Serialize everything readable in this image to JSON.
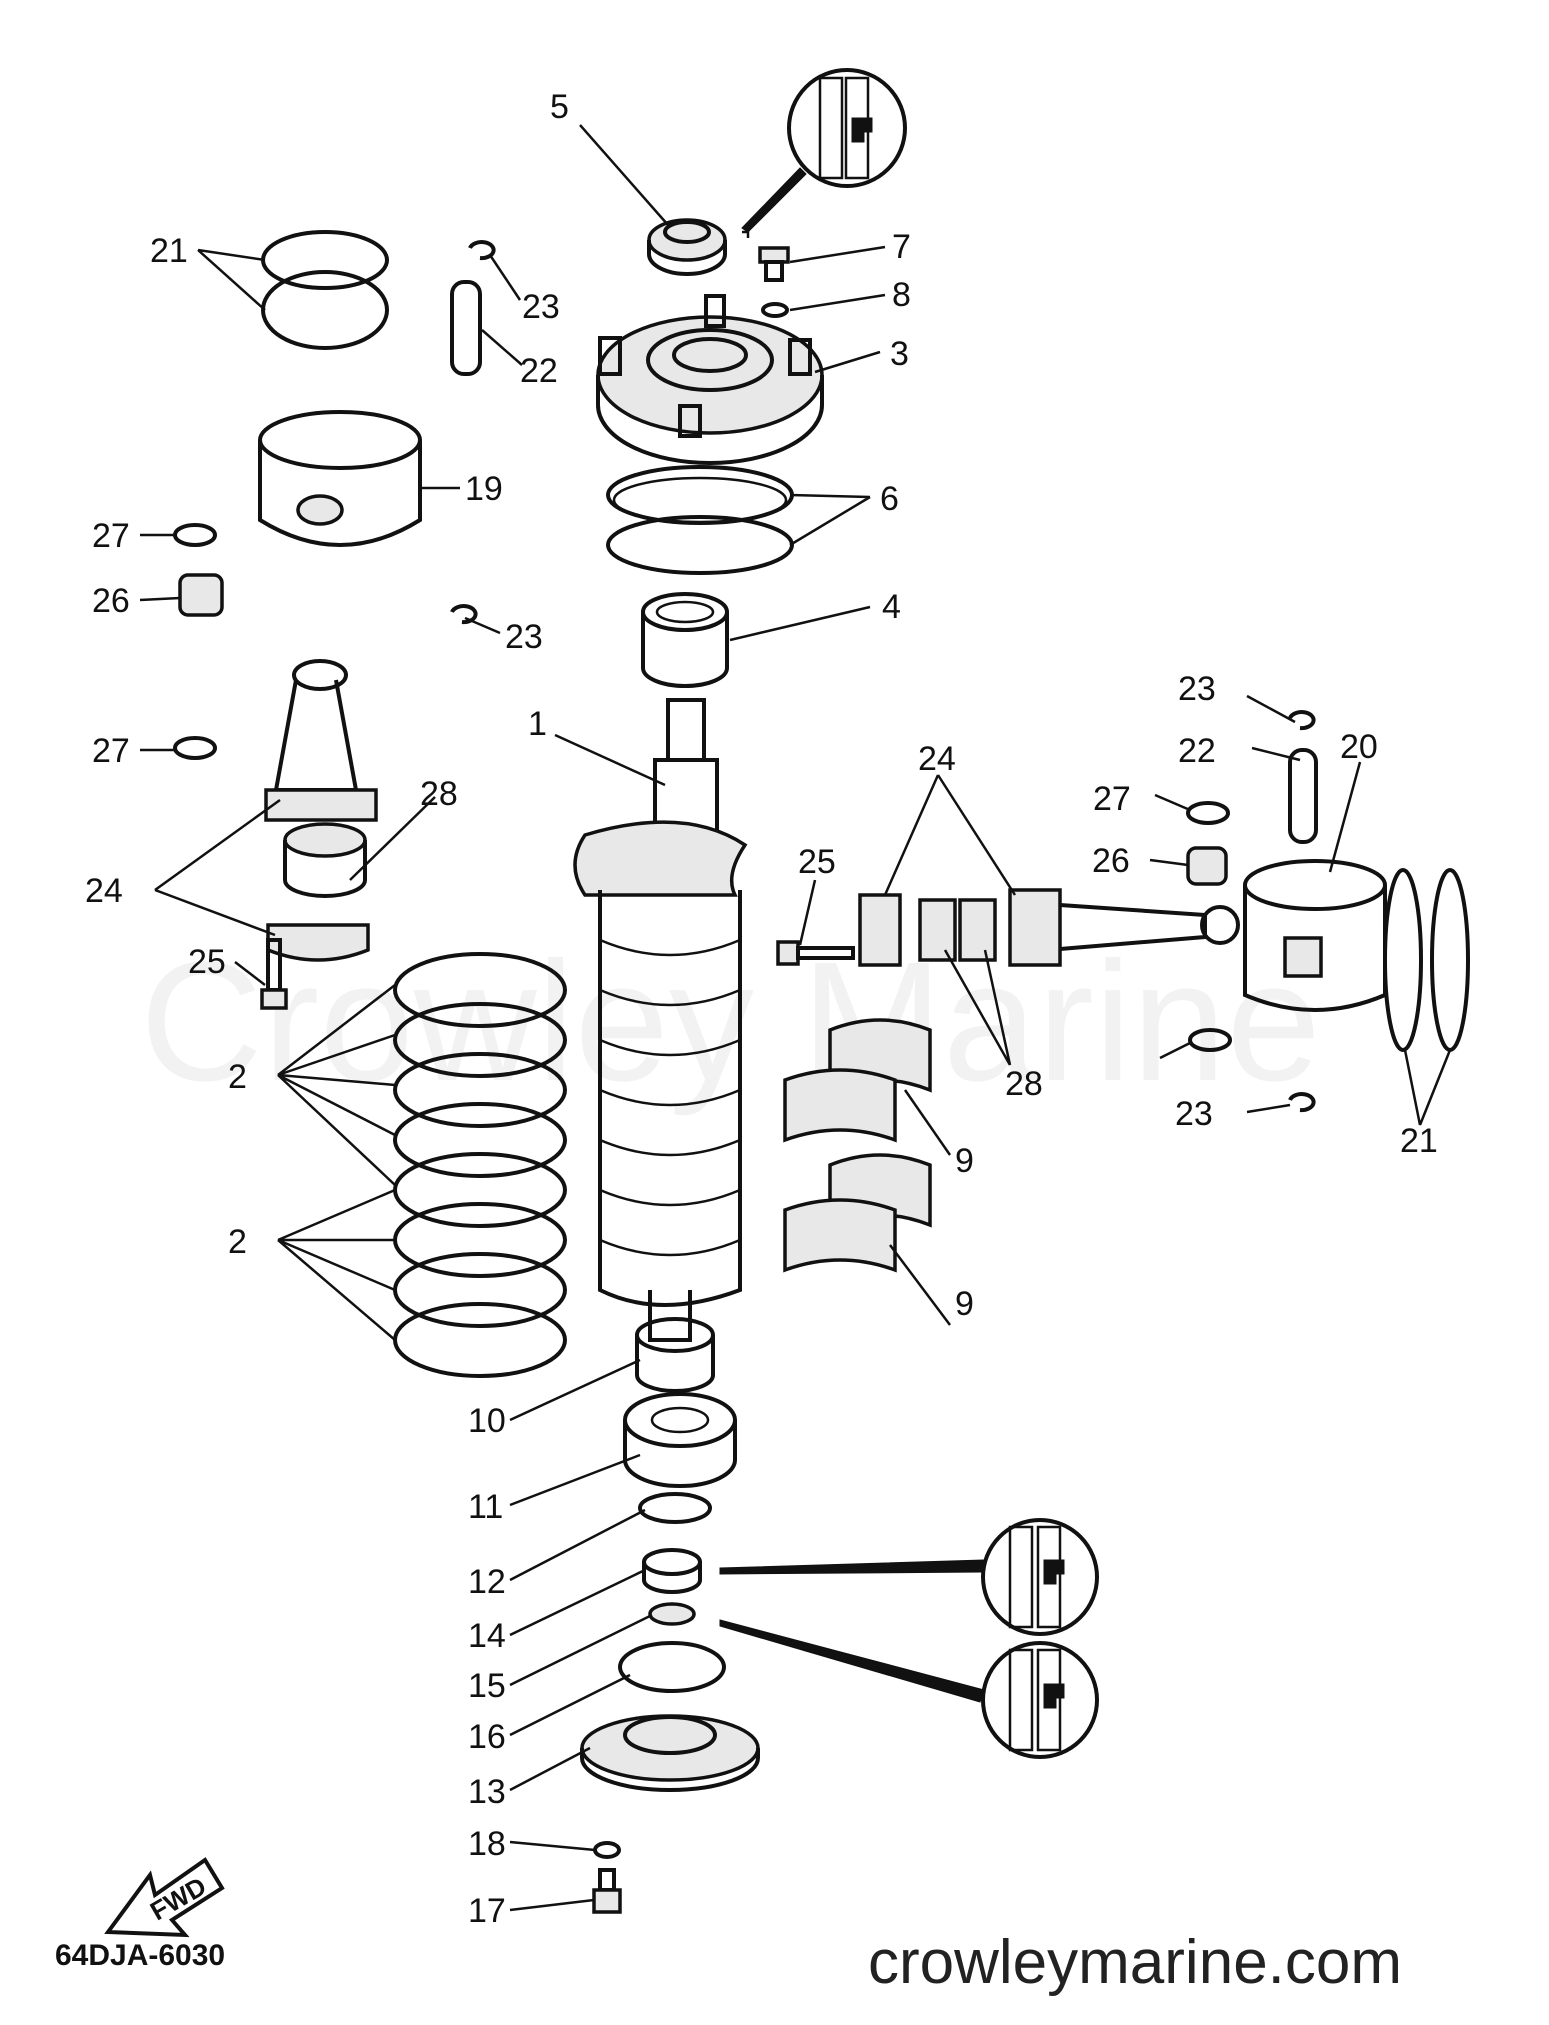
{
  "diagram": {
    "watermark": "Crowley Marine",
    "drawing_code": "64DJA-6030",
    "website": "crowleymarine.com",
    "fwd_label": "FWD",
    "callouts": [
      {
        "text": "1"
      },
      {
        "text": "2"
      },
      {
        "text": "2"
      },
      {
        "text": "3"
      },
      {
        "text": "4"
      },
      {
        "text": "5"
      },
      {
        "text": "6"
      },
      {
        "text": "7"
      },
      {
        "text": "8"
      },
      {
        "text": "9"
      },
      {
        "text": "9"
      },
      {
        "text": "10"
      },
      {
        "text": "11"
      },
      {
        "text": "12"
      },
      {
        "text": "13"
      },
      {
        "text": "14"
      },
      {
        "text": "15"
      },
      {
        "text": "16"
      },
      {
        "text": "17"
      },
      {
        "text": "18"
      },
      {
        "text": "19"
      },
      {
        "text": "20"
      },
      {
        "text": "21"
      },
      {
        "text": "21"
      },
      {
        "text": "22"
      },
      {
        "text": "22"
      },
      {
        "text": "23"
      },
      {
        "text": "23"
      },
      {
        "text": "23"
      },
      {
        "text": "23"
      },
      {
        "text": "24"
      },
      {
        "text": "24"
      },
      {
        "text": "25"
      },
      {
        "text": "25"
      },
      {
        "text": "26"
      },
      {
        "text": "26"
      },
      {
        "text": "27"
      },
      {
        "text": "27"
      },
      {
        "text": "27"
      },
      {
        "text": "28"
      },
      {
        "text": "28"
      }
    ]
  }
}
